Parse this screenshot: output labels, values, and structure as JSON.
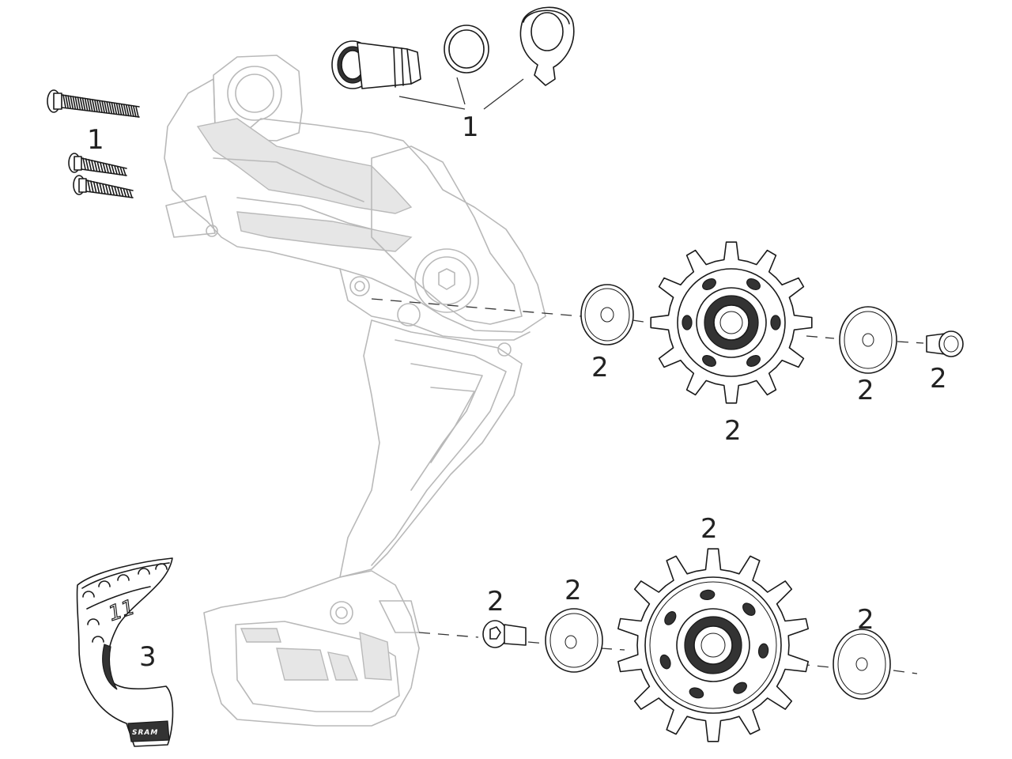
{
  "callouts": {
    "axle_screw_group": "1",
    "b_screws_group": "1",
    "upper_pulley_washer_outer": "2",
    "upper_pulley": "2",
    "upper_pulley_washer_inner": "2",
    "upper_pulley_bolt": "2",
    "lower_pulley_bolt": "2",
    "lower_pulley_washer_outer": "2",
    "lower_pulley": "2",
    "lower_pulley_washer_inner": "2",
    "cage_guard": "3"
  },
  "brand_mark": "SRAM",
  "guard_number": "11"
}
